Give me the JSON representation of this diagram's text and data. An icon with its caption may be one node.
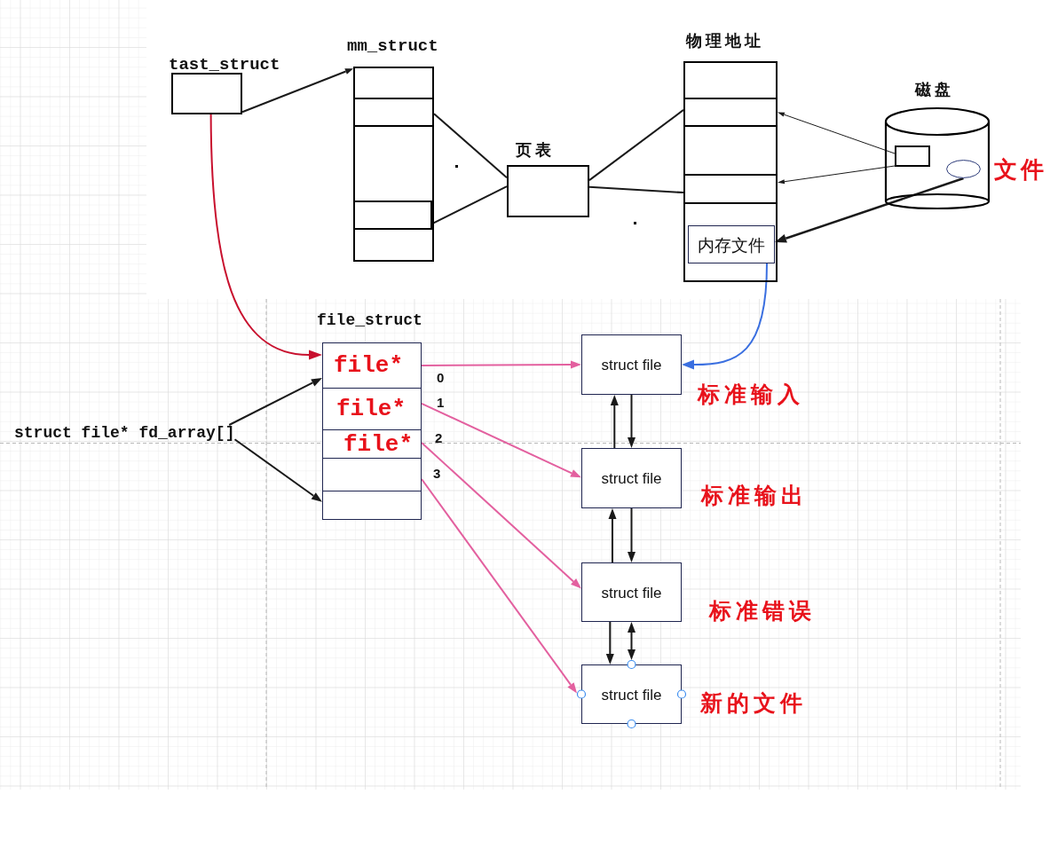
{
  "diagram": {
    "nodes": [
      {
        "text": [
          "tast_struct"
        ]
      },
      {
        "text": [
          "mm_struct"
        ]
      },
      {
        "text": [],
        "shape": "box",
        "in": 1
      },
      {
        "text": [],
        "shape": "box",
        "in": 1
      },
      {
        "text": [
          "页表"
        ]
      },
      {
        "text": [
          "物理地址"
        ]
      },
      {
        "text": [],
        "shape": "box",
        "in": 5
      },
      {
        "text": [],
        "shape": "box",
        "in": 5
      },
      {
        "text": [
          "内存文件"
        ],
        "in": 5
      },
      {
        "text": [
          "磁盘"
        ]
      },
      {
        "text": [],
        "shape": "box",
        "in": 9
      },
      {
        "text": [],
        "shape": "ellipse",
        "in": 9,
        "beside": [
          "文件"
        ]
      },
      {
        "text": [
          "struct file* fd_array[]"
        ]
      },
      {
        "text": [
          "file_struct"
        ]
      },
      {
        "text": [
          "file*"
        ],
        "in": 13
      },
      {
        "text": [
          "file*"
        ],
        "in": 13
      },
      {
        "text": [
          "file*"
        ],
        "in": 13
      },
      {
        "text": [],
        "shape": "box",
        "in": 13
      },
      {
        "text": [],
        "shape": "box",
        "in": 13
      },
      {
        "text": [
          "struct file"
        ],
        "beside": [
          "标准输入"
        ]
      },
      {
        "text": [
          "struct file"
        ],
        "beside": [
          "标准输出"
        ]
      },
      {
        "text": [
          "struct file"
        ],
        "beside": [
          "标准错误"
        ]
      },
      {
        "text": [
          "struct file"
        ],
        "beside": [
          "新的文件"
        ]
      }
    ],
    "edges": [
      {
        "from": 0,
        "to": 1,
        "arrow": "to"
      },
      {
        "from": 2,
        "to": 4,
        "arrow": "none"
      },
      {
        "from": 3,
        "to": 4,
        "arrow": "none"
      },
      {
        "from": 4,
        "to": 6,
        "arrow": "none"
      },
      {
        "from": 4,
        "to": 7,
        "arrow": "none"
      },
      {
        "from": 10,
        "to": 6,
        "arrow": "to"
      },
      {
        "from": 10,
        "to": 7,
        "arrow": "to"
      },
      {
        "from": 11,
        "to": 8,
        "arrow": "to"
      },
      {
        "from": 0,
        "to": 13,
        "arrow": "to",
        "color": "#c8102e"
      },
      {
        "from": 8,
        "to": 19,
        "arrow": "to",
        "color": "#3a6fe0"
      },
      {
        "from": 12,
        "to": 14,
        "arrow": "to"
      },
      {
        "from": 12,
        "to": 18,
        "arrow": "to"
      },
      {
        "from": 14,
        "to": 19,
        "arrow": "to",
        "label": "0",
        "color": "#e3609f"
      },
      {
        "from": 15,
        "to": 20,
        "arrow": "to",
        "label": "1",
        "color": "#e3609f"
      },
      {
        "from": 16,
        "to": 21,
        "arrow": "to",
        "label": "2",
        "color": "#e3609f"
      },
      {
        "from": 17,
        "to": 22,
        "arrow": "to",
        "label": "3",
        "color": "#e3609f"
      },
      {
        "from": 20,
        "to": 19,
        "arrow": "to"
      },
      {
        "from": 19,
        "to": 20,
        "arrow": "to"
      },
      {
        "from": 21,
        "to": 20,
        "arrow": "to"
      },
      {
        "from": 20,
        "to": 21,
        "arrow": "to"
      },
      {
        "from": 21,
        "to": 22,
        "arrow": "to"
      },
      {
        "from": 21,
        "to": 22,
        "arrow": "both"
      }
    ]
  }
}
